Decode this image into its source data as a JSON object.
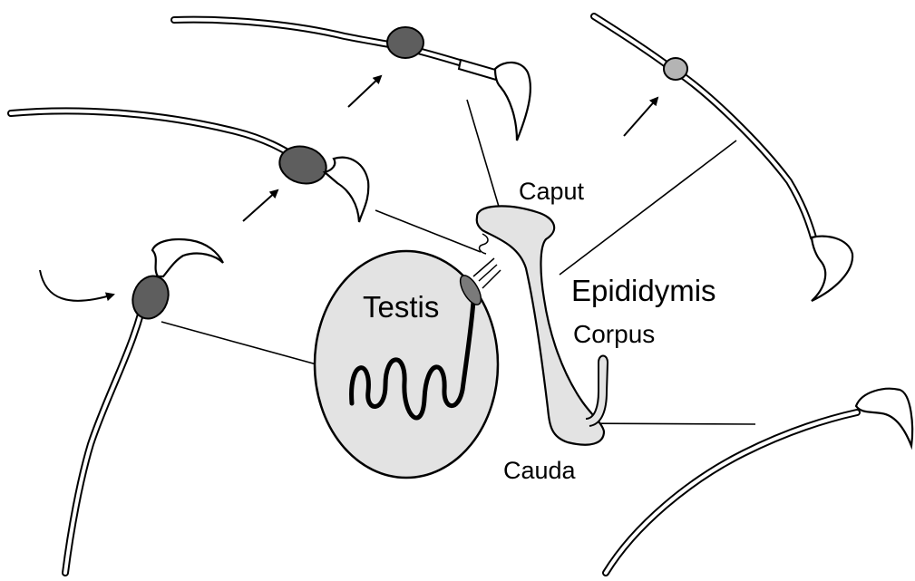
{
  "labels": {
    "testis": "Testis",
    "caput": "Caput",
    "epididymis": "Epididymis",
    "corpus": "Corpus",
    "cauda": "Cauda"
  },
  "colors": {
    "organ_fill": "#e3e3e3",
    "droplet_dark": "#5e5e5e",
    "droplet_light": "#b4b4b4",
    "stroke": "#000000"
  }
}
